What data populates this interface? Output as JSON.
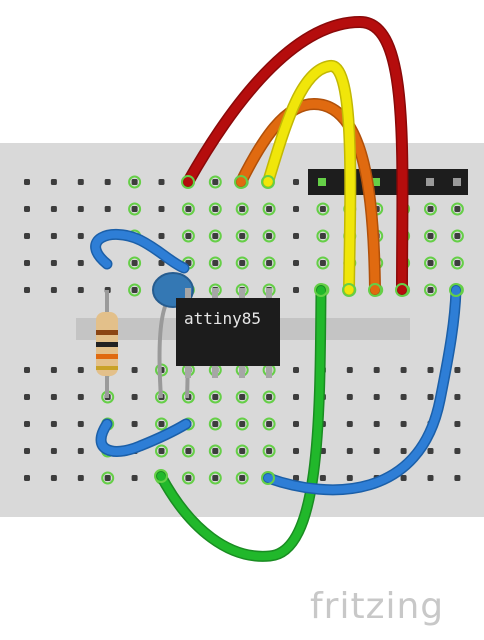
{
  "chip": {
    "label": "attiny85",
    "pins_per_side": 4
  },
  "branding": {
    "logo_text": "fritzing"
  },
  "breadboard": {
    "columns": 17,
    "top_rows": 5,
    "bottom_rows": 5,
    "header_pins": 6
  },
  "colors": {
    "board": "#d9d9d9",
    "hole": "#3d3d3d",
    "hole_active": "#65cf47",
    "wire_red": "#b50d0d",
    "wire_orange": "#e06a10",
    "wire_yellow": "#f0e60a",
    "wire_green": "#21b82b",
    "wire_blue": "#2e7ed6",
    "capacitor": "#3478b4",
    "chip_body": "#1c1c1c",
    "logo": "#c8c8c8"
  },
  "components": [
    {
      "name": "resistor",
      "bands": [
        "brown",
        "black",
        "orange",
        "gold"
      ]
    },
    {
      "name": "ceramic-capacitor"
    },
    {
      "name": "attiny85-chip"
    },
    {
      "name": "pin-header"
    }
  ],
  "wires": [
    {
      "name": "wire-red",
      "color": "red"
    },
    {
      "name": "wire-orange",
      "color": "orange"
    },
    {
      "name": "wire-yellow",
      "color": "yellow"
    },
    {
      "name": "wire-green-long",
      "color": "green"
    },
    {
      "name": "wire-blue-right",
      "color": "blue"
    },
    {
      "name": "wire-blue-top-left",
      "color": "blue"
    },
    {
      "name": "wire-blue-bottom-left",
      "color": "blue"
    }
  ]
}
